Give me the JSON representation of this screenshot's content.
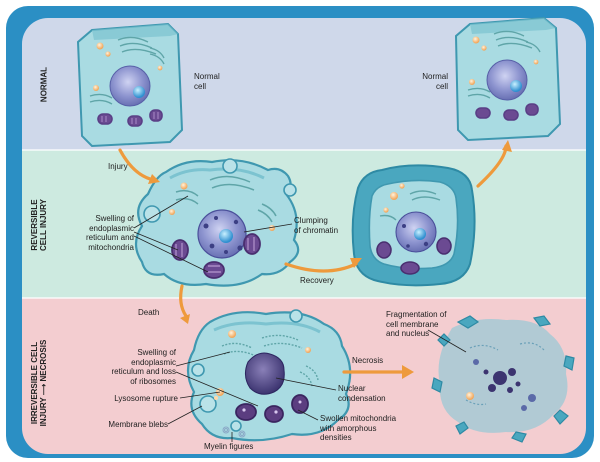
{
  "rows": {
    "normal": "NORMAL",
    "reversible": "REVERSIBLE\nCELL INJURY",
    "irreversible": "IRREVERSIBLE CELL\nINJURY ⟶ NECROSIS"
  },
  "labels": {
    "normal_cell_left": "Normal\ncell",
    "normal_cell_right": "Normal\ncell",
    "injury": "Injury",
    "swelling_er_mito": "Swelling of\nendoplasmic\nreticulum and\nmitochondria",
    "clumping": "Clumping\nof chromatin",
    "recovery": "Recovery",
    "death": "Death",
    "swelling_er_ribo": "Swelling of\nendoplasmic\nreticulum and loss\nof ribosomes",
    "lysosome": "Lysosome rupture",
    "membrane_blebs": "Membrane blebs",
    "myelin": "Myelin figures",
    "nuclear_condensation": "Nuclear\ncondensation",
    "swollen_mito": "Swollen mitochondria\nwith amorphous\ndensities",
    "necrosis": "Necrosis",
    "fragmentation": "Fragmentation of\ncell membrane\nand nucleus"
  },
  "colors": {
    "frame": "#2b8fc4",
    "row_normal": "#cfd8ea",
    "row_reversible": "#cdeae0",
    "row_irreversible": "#f3cdd0",
    "cell_body": "#a9dbe2",
    "cell_border": "#3f98b0",
    "nucleus": "#7f86c4",
    "mitochondria": "#5b3d80",
    "arrow": "#ee9a3c"
  }
}
